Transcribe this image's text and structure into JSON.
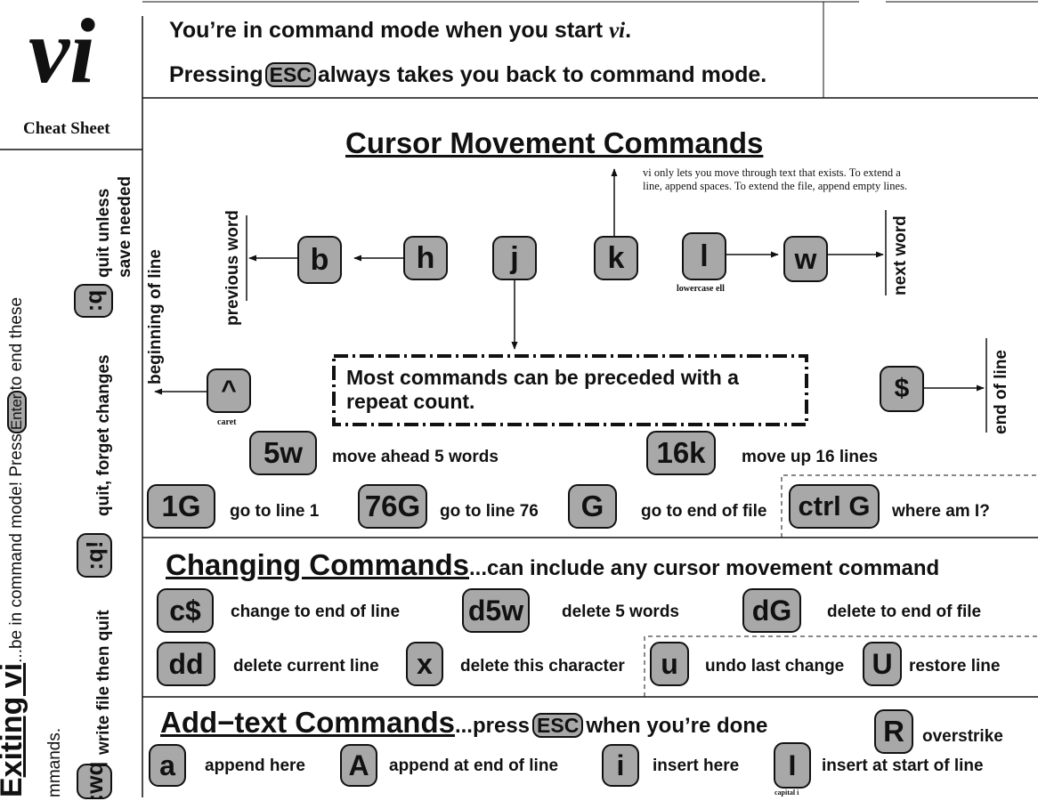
{
  "logo": {
    "title": "vi",
    "subtitle": "Cheat Sheet"
  },
  "header": {
    "line1_prefix": "You’re in command mode when you start ",
    "line1_em": "vi",
    "line1_suffix": ".",
    "line2_prefix": "Pressing",
    "line2_key": "ESC",
    "line2_suffix": "always takes you back to command mode."
  },
  "exiting": {
    "title_prefix": "E",
    "title": "xiting vi",
    "note_prefix": "...be in command mode!  Press",
    "note_key": "Enter",
    "note_suffix": "to end these",
    "note_line2": "mmands.",
    "commands": [
      {
        "key": ":q",
        "label_lines": [
          "quit unless",
          "save needed"
        ]
      },
      {
        "key": ":q!",
        "label_lines": [
          "quit, forget changes"
        ]
      },
      {
        "key": ":wq",
        "label_lines": [
          "write file then quit"
        ]
      }
    ]
  },
  "cursor": {
    "title": "Cursor Movement Commands",
    "note": [
      "vi only lets you move through text that exists.  To extend a",
      "line, append spaces.  To extend the file, append empty lines."
    ],
    "keys": {
      "b": "b",
      "h": "h",
      "j": "j",
      "k": "k",
      "l": "l",
      "w": "w",
      "caret": "^",
      "dollar": "$"
    },
    "labels": {
      "previous_word": "previous word",
      "next_word": "next word",
      "beginning_of_line": "beginning of line",
      "end_of_line": "end of line",
      "lowercase_ell": "lowercase ell",
      "caret": "caret"
    },
    "repeat_note": [
      "Most commands can be preceded with a",
      "repeat count."
    ],
    "examples": [
      {
        "key": "5w",
        "desc": "move ahead 5 words"
      },
      {
        "key": "16k",
        "desc": "move up 16 lines"
      },
      {
        "key": "1G",
        "desc": "go to line  1"
      },
      {
        "key": "76G",
        "desc": "go to line 76"
      },
      {
        "key": "G",
        "desc": "go to end of file"
      },
      {
        "key": "ctrl G",
        "desc": "where am I?"
      }
    ]
  },
  "changing": {
    "title": "Changing Commands",
    "subtitle": "...can include any cursor movement command",
    "commands": [
      {
        "key": "c$",
        "desc": "change to end of line"
      },
      {
        "key": "d5w",
        "desc": "delete 5 words"
      },
      {
        "key": "dG",
        "desc": "delete to end of file"
      },
      {
        "key": "dd",
        "desc": "delete current line"
      },
      {
        "key": "x",
        "desc": "delete this character"
      },
      {
        "key": "u",
        "desc": "undo last change"
      },
      {
        "key": "U",
        "desc": "restore line"
      }
    ]
  },
  "addtext": {
    "title": "Add−text Commands",
    "subtitle_prefix": "...press",
    "subtitle_key": "ESC",
    "subtitle_suffix": "when you’re done",
    "commands": [
      {
        "key": "R",
        "desc": "overstrike"
      },
      {
        "key": "a",
        "desc": "append here"
      },
      {
        "key": "A",
        "desc": "append at end of line"
      },
      {
        "key": "i",
        "desc": "insert here"
      },
      {
        "key": "I",
        "desc": "insert at start of line",
        "note": "capital i"
      }
    ]
  }
}
